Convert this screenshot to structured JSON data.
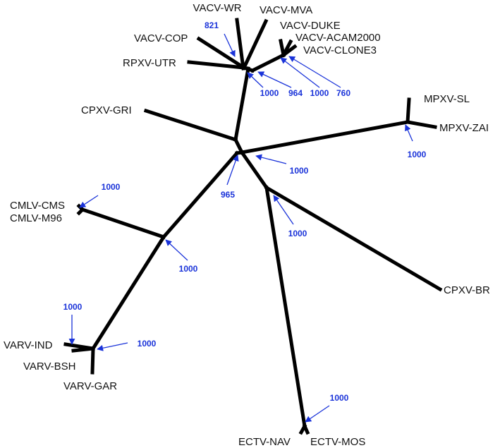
{
  "tree": {
    "colors": {
      "branch": "#000000",
      "support": "#1a33d9",
      "label": "#111111"
    },
    "taxa": [
      "VACV-WR",
      "VACV-MVA",
      "VACV-DUKE",
      "VACV-COP",
      "VACV-ACAM2000",
      "VACV-CLONE3",
      "RPXV-UTR",
      "CPXV-GRI",
      "MPXV-SL",
      "MPXV-ZAI",
      "CMLV-CMS",
      "CMLV-M96",
      "CPXV-BR",
      "VARV-IND",
      "VARV-BSH",
      "VARV-GAR",
      "ECTV-NAV",
      "ECTV-MOS"
    ],
    "support_values": [
      "821",
      "1000",
      "964",
      "1000",
      "760",
      "1000",
      "965",
      "1000",
      "1000",
      "1000",
      "1000",
      "1000",
      "1000",
      "1000"
    ]
  }
}
